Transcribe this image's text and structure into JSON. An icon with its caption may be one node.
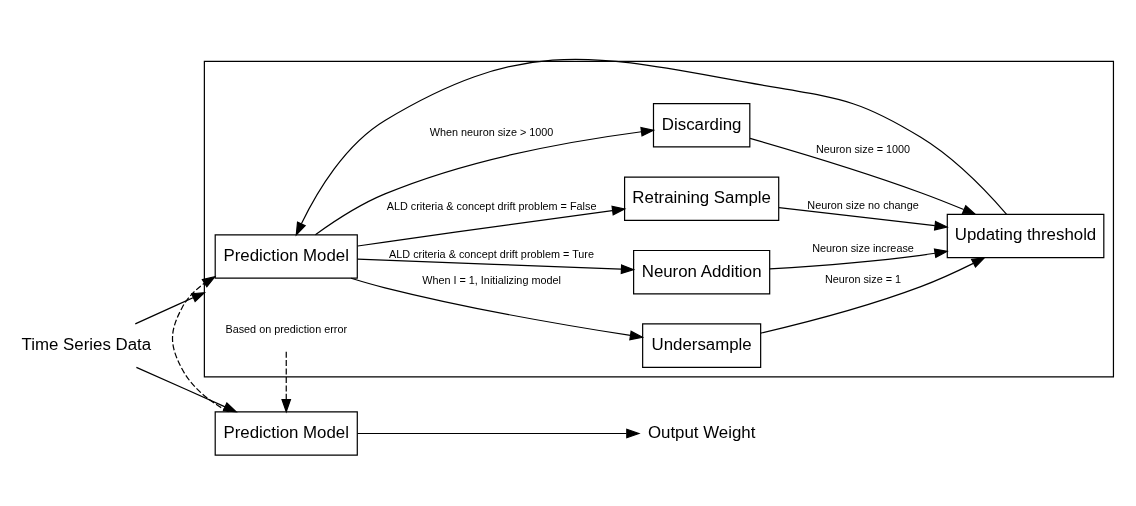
{
  "diagram": {
    "nodes": [
      {
        "text": [],
        "shape": "box"
      },
      {
        "text": [
          "Prediction Model"
        ],
        "in": 0
      },
      {
        "text": [
          "Updating threshold"
        ],
        "in": 0
      },
      {
        "text": [
          "Undersample"
        ],
        "in": 0
      },
      {
        "text": [
          "Neuron Addition"
        ],
        "in": 0
      },
      {
        "text": [
          "Retraining Sample"
        ],
        "in": 0
      },
      {
        "text": [
          "Discarding"
        ],
        "in": 0
      },
      {
        "text": [
          "Based on prediction error"
        ],
        "in": 0
      },
      {
        "text": [
          "Time Series Data"
        ]
      },
      {
        "text": [
          "Prediction Model"
        ]
      },
      {
        "text": [
          "Output Weight"
        ]
      }
    ],
    "edges": [
      {
        "from": 1,
        "to": 3,
        "arrow": "to",
        "label": "When I = 1, Initializing model"
      },
      {
        "from": 1,
        "to": 4,
        "arrow": "to",
        "label": "ALD criteria & concept drift problem = Ture"
      },
      {
        "from": 1,
        "to": 5,
        "arrow": "to",
        "label": "ALD criteria & concept drift problem = False"
      },
      {
        "from": 1,
        "to": 6,
        "arrow": "to",
        "label": "When neuron size > 1000"
      },
      {
        "from": 3,
        "to": 2,
        "arrow": "to",
        "label": "Neuron size = 1"
      },
      {
        "from": 4,
        "to": 2,
        "arrow": "to",
        "label": "Neuron size increase"
      },
      {
        "from": 5,
        "to": 2,
        "arrow": "to",
        "label": "Neuron size no change"
      },
      {
        "from": 6,
        "to": 2,
        "arrow": "to",
        "label": "Neuron size = 1000"
      },
      {
        "from": 2,
        "to": 1,
        "arrow": "to"
      },
      {
        "from": 8,
        "to": 0,
        "arrow": "to"
      },
      {
        "from": 8,
        "to": 9,
        "arrow": "to"
      },
      {
        "from": 9,
        "to": 1,
        "arrow": "to",
        "style": "dashed"
      },
      {
        "from": 7,
        "to": 9,
        "arrow": "to",
        "style": "dashed"
      },
      {
        "from": 9,
        "to": 10,
        "arrow": "to"
      }
    ]
  }
}
